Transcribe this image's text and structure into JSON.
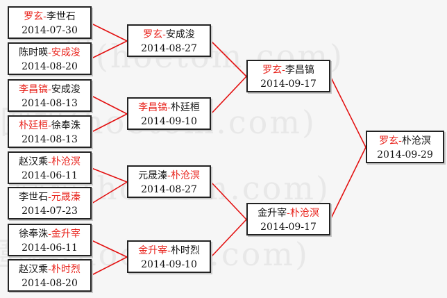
{
  "watermark": "圍棋(hoetom.com)",
  "colors": {
    "winner": "#e8221b",
    "text": "#111111",
    "line": "#e31010"
  },
  "matches": [
    {
      "id": "r1-1",
      "p1": "罗玄",
      "p2": "李世石",
      "winner": 1,
      "date": "2014-07-30"
    },
    {
      "id": "r1-2",
      "p1": "陈时暎",
      "p2": "安成浚",
      "winner": 2,
      "date": "2014-08-20"
    },
    {
      "id": "r1-3",
      "p1": "李昌镐",
      "p2": "安成浚",
      "winner": 1,
      "date": "2014-08-13"
    },
    {
      "id": "r1-4",
      "p1": "朴廷桓",
      "p2": "徐奉洙",
      "winner": 1,
      "date": "2014-08-13"
    },
    {
      "id": "r1-5",
      "p1": "赵汉乘",
      "p2": "朴沧溟",
      "winner": 2,
      "date": "2014-06-11"
    },
    {
      "id": "r1-6",
      "p1": "李世石",
      "p2": "元晟溱",
      "winner": 2,
      "date": "2014-07-23"
    },
    {
      "id": "r1-7",
      "p1": "徐奉洙",
      "p2": "金升宰",
      "winner": 2,
      "date": "2014-06-11"
    },
    {
      "id": "r1-8",
      "p1": "赵汉乘",
      "p2": "朴时烈",
      "winner": 2,
      "date": "2014-08-20"
    },
    {
      "id": "r2-1",
      "p1": "罗玄",
      "p2": "安成浚",
      "winner": 1,
      "date": "2014-08-27"
    },
    {
      "id": "r2-2",
      "p1": "李昌镐",
      "p2": "朴廷桓",
      "winner": 1,
      "date": "2014-09-10"
    },
    {
      "id": "r2-3",
      "p1": "元晟溱",
      "p2": "朴沧溟",
      "winner": 2,
      "date": "2014-08-27"
    },
    {
      "id": "r2-4",
      "p1": "金升宰",
      "p2": "朴时烈",
      "winner": 1,
      "date": "2014-09-10"
    },
    {
      "id": "r3-1",
      "p1": "罗玄",
      "p2": "李昌镐",
      "winner": 1,
      "date": "2014-09-17"
    },
    {
      "id": "r3-2",
      "p1": "金升宰",
      "p2": "朴沧溟",
      "winner": 2,
      "date": "2014-09-17"
    },
    {
      "id": "final",
      "p1": "罗玄",
      "p2": "朴沧溟",
      "winner": 1,
      "date": "2014-09-29"
    }
  ]
}
